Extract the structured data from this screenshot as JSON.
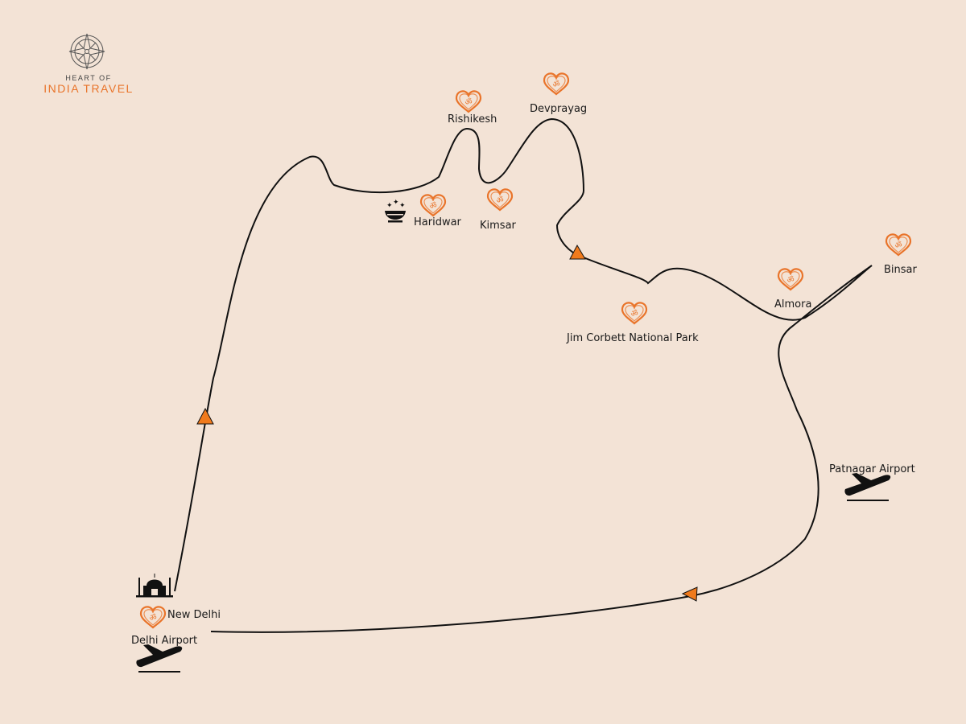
{
  "brand": {
    "line1": "HEART OF",
    "line2": "INDIA TRAVEL",
    "logo_icon": "compass-rose-icon"
  },
  "colors": {
    "background": "#f3e3d6",
    "route": "#111111",
    "accent": "#e9742a",
    "arrow": "#f07a1c"
  },
  "places": {
    "rishikesh": "Rishikesh",
    "devprayag": "Devprayag",
    "haridwar": "Haridwar",
    "kimsar": "Kimsar",
    "binsar": "Binsar",
    "almora": "Almora",
    "jim_corbett": "Jim Corbett National Park",
    "patnagar_airport": "Patnagar Airport",
    "new_delhi": "New Delhi",
    "delhi_airport": "Delhi Airport"
  },
  "icons": {
    "destination": "om-heart-icon",
    "airport": "airplane-icon",
    "haridwar": "diya-lamp-icon",
    "new_delhi": "taj-mahal-icon",
    "direction": "triangle-arrow-icon"
  }
}
